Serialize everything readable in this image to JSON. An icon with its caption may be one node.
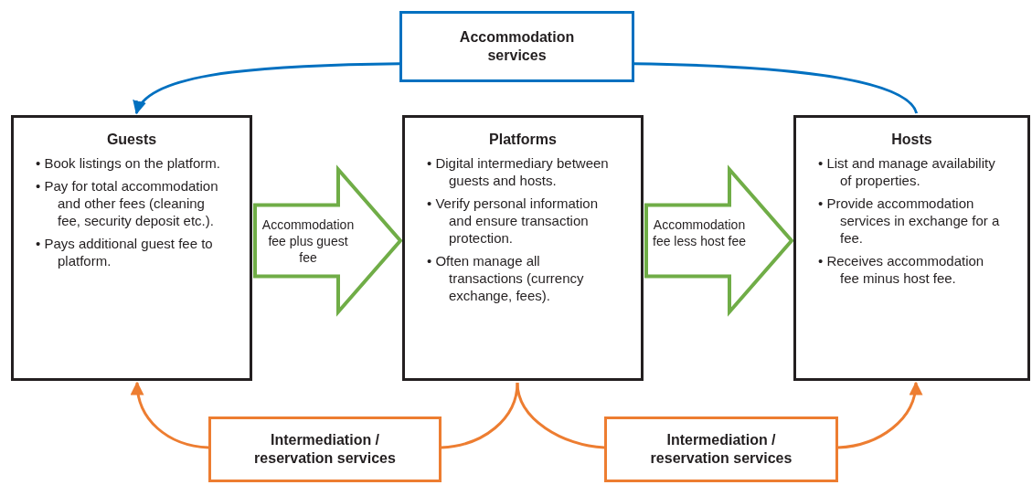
{
  "diagram": {
    "nodes": [
      {
        "text": [
          "Accommodation services"
        ]
      },
      {
        "text": [
          "Guests",
          "• Book listings on the platform.",
          "• Pay for total accommodation and other fees (cleaning fee, security deposit etc.).",
          "• Pays additional guest fee to platform."
        ]
      },
      {
        "text": [
          "Platforms",
          "• Digital intermediary between guests and hosts.",
          "• Verify personal information and ensure transaction protection.",
          "• Often manage all transactions (currency exchange, fees)."
        ]
      },
      {
        "text": [
          "Hosts",
          "• List and manage availability of properties.",
          "• Provide accommodation services in exchange for a fee.",
          "• Receives accommodation fee minus host fee."
        ]
      },
      {
        "text": [
          "Intermediation / reservation services"
        ]
      },
      {
        "text": [
          "Intermediation / reservation services"
        ]
      }
    ],
    "edges": [
      {
        "from": 0,
        "to": 1,
        "arrow": "to",
        "color": "#0070c0"
      },
      {
        "from": 3,
        "to": 0,
        "arrow": "none",
        "color": "#0070c0"
      },
      {
        "from": 1,
        "to": 2,
        "arrow": "to",
        "label": "Accommodation fee plus guest fee",
        "style": "thick",
        "color": "#70ad47"
      },
      {
        "from": 2,
        "to": 3,
        "arrow": "to",
        "label": "Accommodation fee less host fee",
        "style": "thick",
        "color": "#70ad47"
      },
      {
        "from": 4,
        "to": 1,
        "arrow": "to",
        "color": "#ed7d31"
      },
      {
        "from": 2,
        "to": 4,
        "arrow": "none",
        "color": "#ed7d31"
      },
      {
        "from": 2,
        "to": 5,
        "arrow": "none",
        "color": "#ed7d31"
      },
      {
        "from": 5,
        "to": 3,
        "arrow": "to",
        "color": "#ed7d31"
      }
    ]
  }
}
